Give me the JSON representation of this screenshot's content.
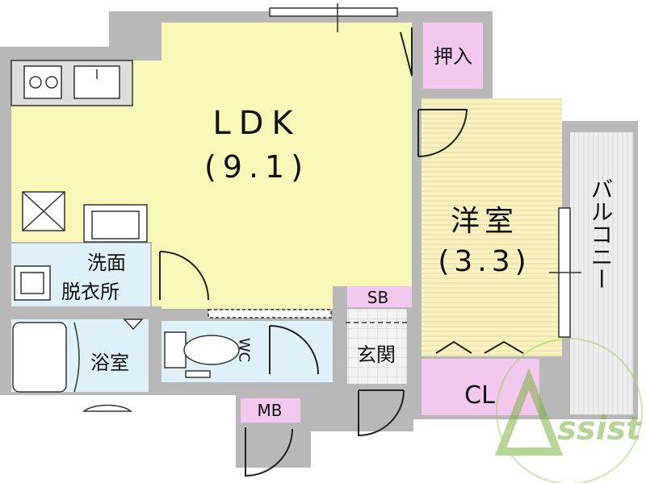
{
  "rooms": {
    "ldk": {
      "name": "LDK",
      "size": "(9.1)"
    },
    "western": {
      "name": "洋室",
      "size": "(3.3)"
    },
    "closet_oshiire": {
      "name": "押入"
    },
    "closet_cl": {
      "name": "CL"
    },
    "washroom": {
      "line1": "洗面",
      "line2": "脱衣所"
    },
    "bathroom": {
      "name": "浴室"
    },
    "toilet": {
      "name": "WC"
    },
    "entrance": {
      "name": "玄関"
    },
    "shoe_box": {
      "name": "SB"
    },
    "meter_box": {
      "name": "MB"
    },
    "balcony": {
      "name": "バルコニー"
    }
  },
  "watermark": {
    "text": "Assist"
  },
  "colors": {
    "ldk": "#f7f7b7",
    "western": "#f7f2bf",
    "pink": "#f2c8ef",
    "wet": "#dff0f8",
    "wall": "#b8b8b8",
    "watermark": "#7cb342"
  }
}
